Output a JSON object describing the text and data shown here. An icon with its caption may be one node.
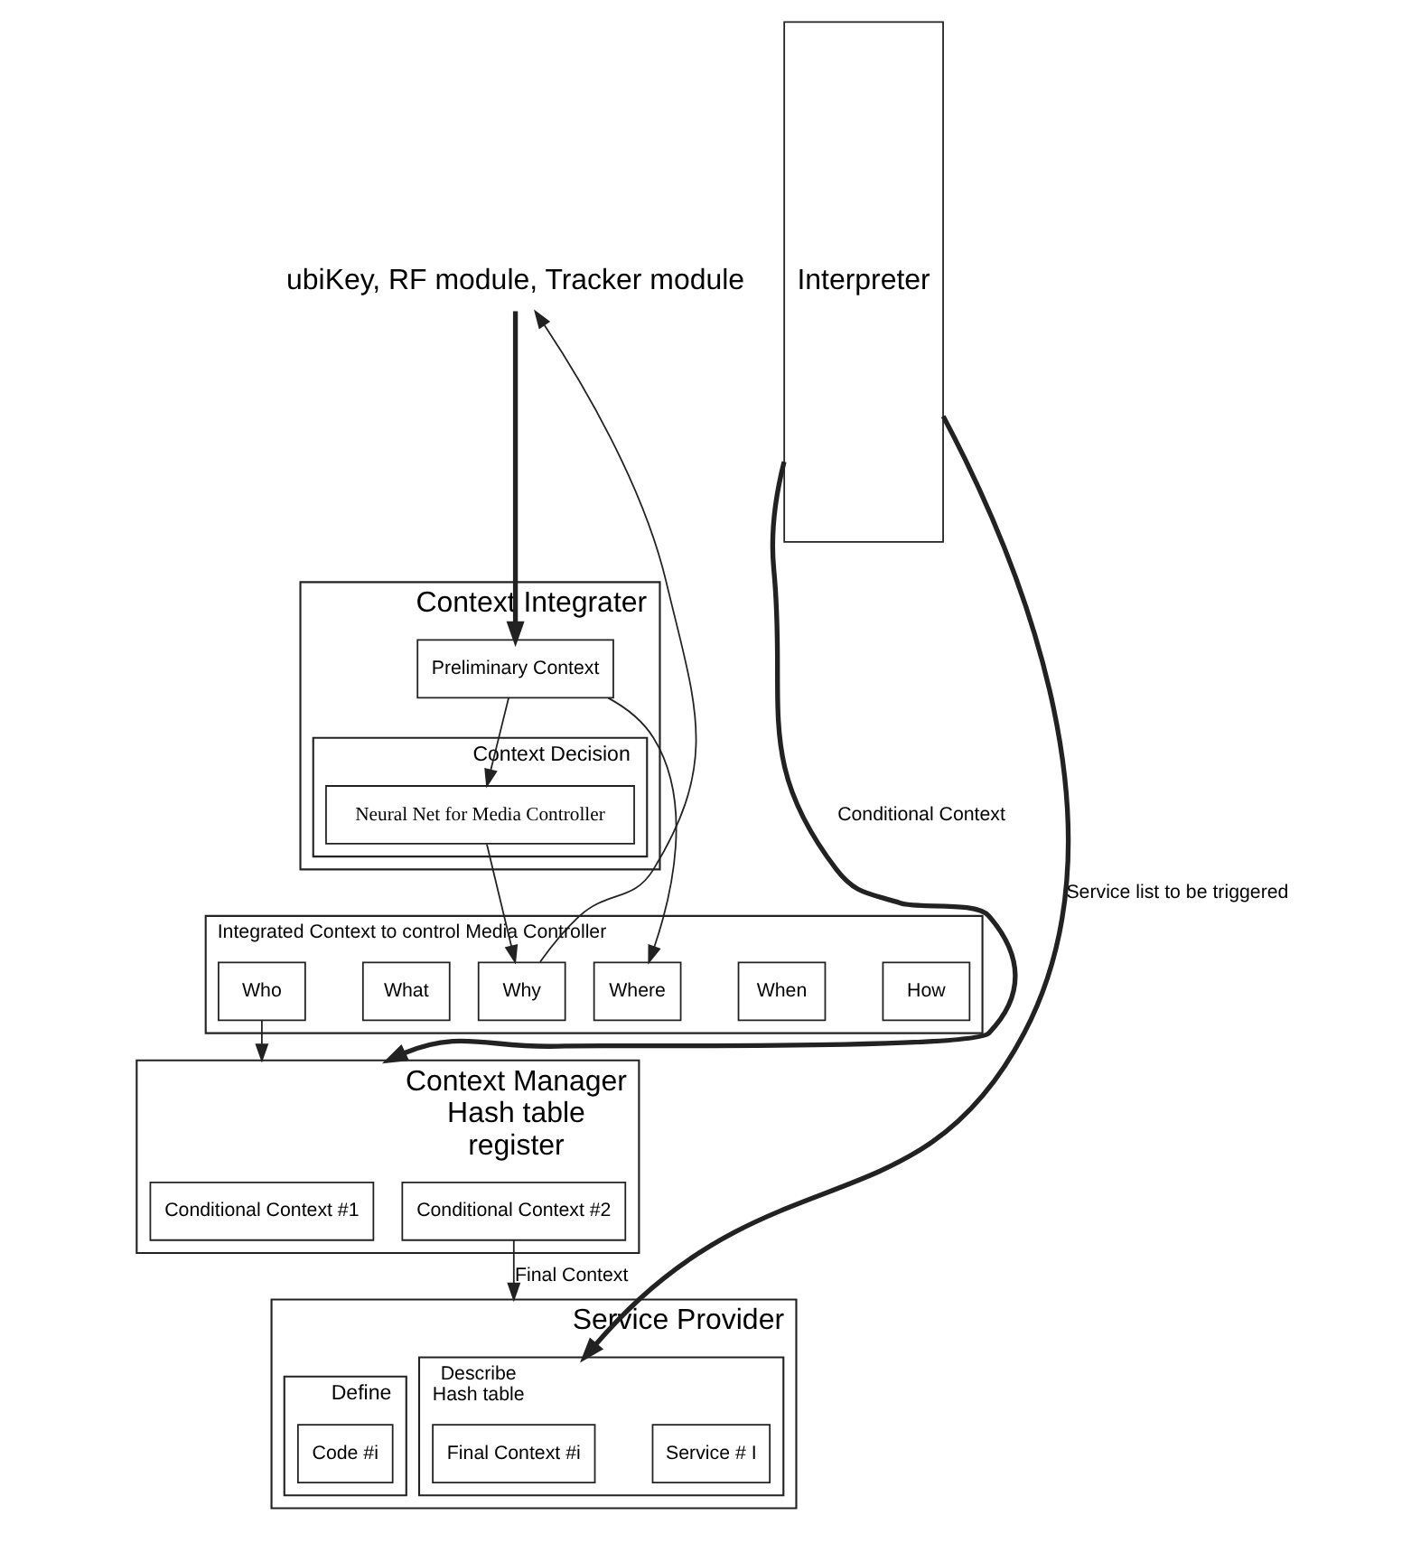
{
  "diagram": {
    "nodes": [
      {
        "text": [
          "ubiKey, RF module, Tracker module"
        ]
      },
      {
        "text": [
          "Context Integrater"
        ]
      },
      {
        "text": [
          "Preliminary Context"
        ],
        "in": 1
      },
      {
        "text": [
          "Context Decision"
        ],
        "in": 1
      },
      {
        "text": [
          "Neural Net for Media Controller"
        ],
        "in": 3
      },
      {
        "text": [
          "Integrated Context to control Media Controller"
        ]
      },
      {
        "text": [
          "Who"
        ],
        "in": 5
      },
      {
        "text": [
          "What"
        ],
        "in": 5
      },
      {
        "text": [
          "Where"
        ],
        "in": 5
      },
      {
        "text": [
          "When"
        ],
        "in": 5
      },
      {
        "text": [
          "How"
        ],
        "in": 5
      },
      {
        "text": [
          "Why"
        ],
        "in": 5
      },
      {
        "text": [
          "Context Manager",
          "Hash table",
          "register"
        ]
      },
      {
        "text": [
          "Conditional Context #1"
        ],
        "in": 12
      },
      {
        "text": [
          "Conditional Context #2"
        ],
        "in": 12
      },
      {
        "text": [
          "Service Provider"
        ]
      },
      {
        "text": [
          "Describe",
          "Hash table"
        ],
        "in": 15
      },
      {
        "text": [
          "Final Context #i"
        ],
        "in": 16
      },
      {
        "text": [
          "Service # I"
        ],
        "in": 16
      },
      {
        "text": [
          "Define"
        ],
        "in": 15
      },
      {
        "text": [
          "Code #i"
        ],
        "in": 19
      },
      {
        "text": [
          "Interpreter"
        ]
      }
    ],
    "edges": [
      {
        "from": 0,
        "to": 2,
        "arrow": "to",
        "style": "thick"
      },
      {
        "from": 2,
        "to": 8,
        "arrow": "to"
      },
      {
        "from": 2,
        "to": 4,
        "arrow": "to"
      },
      {
        "from": 4,
        "to": 11,
        "arrow": "to"
      },
      {
        "from": 11,
        "to": 0,
        "arrow": "to"
      },
      {
        "from": 6,
        "to": 12,
        "arrow": "to"
      },
      {
        "from": 14,
        "to": 15,
        "label": "Final Context",
        "arrow": "to"
      },
      {
        "from": 21,
        "to": 12,
        "label": "Conditional Context",
        "arrow": "to",
        "style": "thick"
      },
      {
        "from": 21,
        "to": 16,
        "label": "Service list to be triggered",
        "arrow": "to",
        "style": "thick"
      }
    ]
  }
}
